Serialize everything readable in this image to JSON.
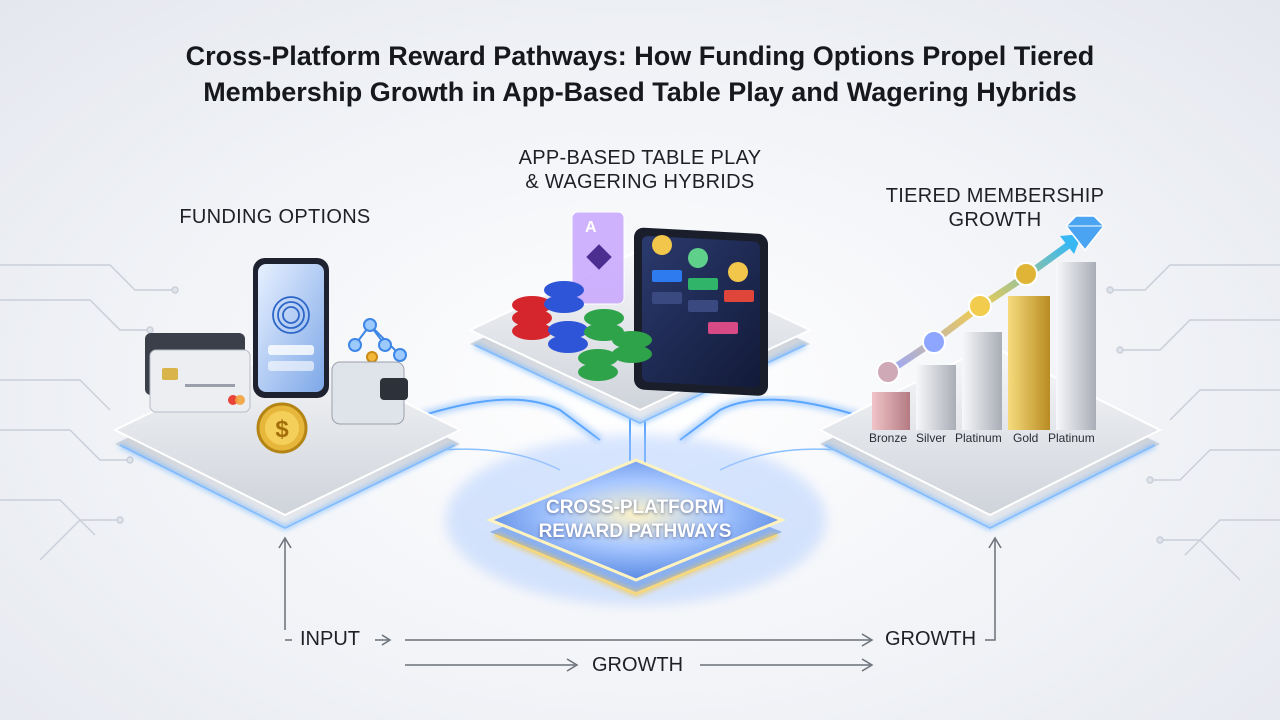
{
  "title": {
    "line1": "Cross-Platform Reward Pathways: How Funding Options Propel Tiered",
    "line2": "Membership Growth in App-Based Table Play and Wagering Hybrids"
  },
  "nodes": {
    "funding": {
      "label": "FUNDING OPTIONS",
      "card_field1": "",
      "card_field2": ""
    },
    "table_play": {
      "label_line1": "APP-BASED TABLE PLAY",
      "label_line2": "& WAGERING HYBRIDS"
    },
    "membership": {
      "label_line1": "TIERED MEMBERSHIP",
      "label_line2": "GROWTH",
      "tiers": [
        "Bronze",
        "Silver",
        "Platinum",
        "Gold",
        "Platinum"
      ],
      "tier_colors": [
        "#d9a3a8",
        "#d3d6dc",
        "#e8e9ec",
        "#d8b44a",
        "#b9bcc4"
      ]
    },
    "center": {
      "label_line1": "CROSS-PLATFORM",
      "label_line2": "REWARD PATHWAYS"
    }
  },
  "flows": {
    "input": "INPUT",
    "growth_bottom": "GROWTH",
    "growth_right": "GROWTH"
  },
  "colors": {
    "glow": "#5aa6ff",
    "gold": "#f3c54a",
    "accent_blue": "#2e7bf0"
  },
  "icons": [
    "fingerprint-icon",
    "credit-card-icon",
    "dollar-coin-icon",
    "wallet-icon",
    "network-icon",
    "poker-chip-icon",
    "playing-card-icon",
    "tablet-icon",
    "diamond-icon",
    "star-icon"
  ]
}
